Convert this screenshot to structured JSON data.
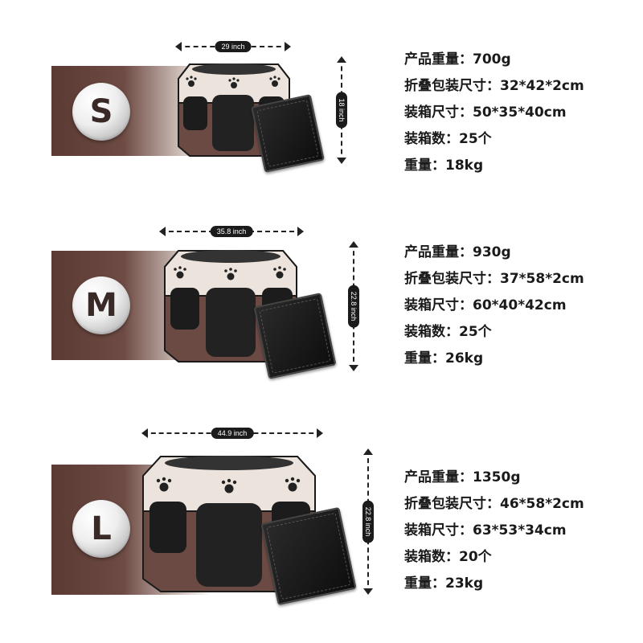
{
  "colors": {
    "brown": "#6b4a43",
    "cream": "#ece4dc",
    "black": "#151515"
  },
  "sizes": [
    {
      "letter": "S",
      "width_label": "29 inch",
      "height_label": "18 inch",
      "specs": [
        "产品重量：700g",
        "折叠包装尺寸：32*42*2cm",
        "装箱尺寸：50*35*40cm",
        "装箱数：25个",
        "重量：18kg"
      ]
    },
    {
      "letter": "M",
      "width_label": "35.8 inch",
      "height_label": "22.8 inch",
      "specs": [
        "产品重量：930g",
        "折叠包装尺寸：37*58*2cm",
        "装箱尺寸：60*40*42cm",
        "装箱数：25个",
        "重量：26kg"
      ]
    },
    {
      "letter": "L",
      "width_label": "44.9 inch",
      "height_label": "22.8 inch",
      "specs": [
        "产品重量：1350g",
        "折叠包装尺寸：46*58*2cm",
        "装箱尺寸：63*53*34cm",
        "装箱数：20个",
        "重量：23kg"
      ]
    }
  ]
}
